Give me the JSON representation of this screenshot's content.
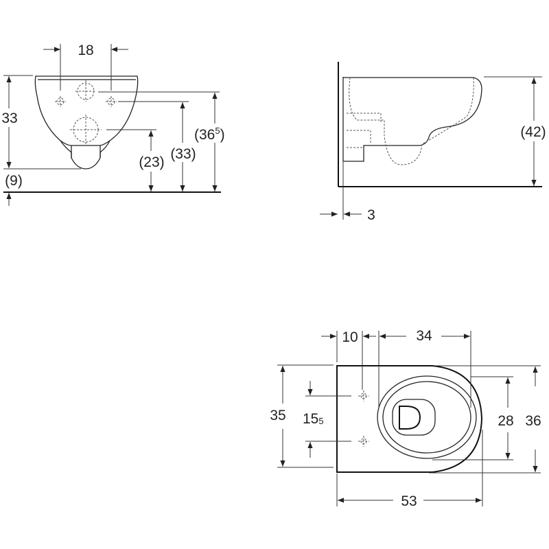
{
  "front_view": {
    "hole_spacing": "18",
    "height": "33",
    "floor_gap": "(9)",
    "outlet_height": "(23)",
    "upper_hole_height": "(33)",
    "top_hole_height_main": "(36",
    "top_hole_height_sup": "5",
    "top_hole_height_close": ")"
  },
  "side_view": {
    "mount_height": "(42)",
    "wall_gap": "3"
  },
  "top_view": {
    "hole_offset": "10",
    "bowl_length": "34",
    "width": "35",
    "hole_spacing_main": "15",
    "hole_spacing_sub": "5",
    "seat_width": "28",
    "overall_width": "36",
    "overall_length": "53"
  }
}
